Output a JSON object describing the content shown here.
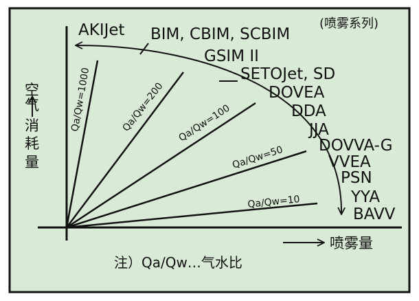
{
  "colors": {
    "background": "#d9ead6",
    "ink": "#111111",
    "border": "#111111"
  },
  "series_label": "(喷雾系列)",
  "y_axis_label": [
    "空",
    "气",
    "消",
    "耗",
    "量"
  ],
  "x_axis_label": "喷雾量",
  "note": "注）Qa/Qw…气水比",
  "ratio_lines": [
    {
      "label": "Qa/Qw=1000"
    },
    {
      "label": "Qa/Qw=200"
    },
    {
      "label": "Qa/Qw=100"
    },
    {
      "label": "Qa/Qw=50"
    },
    {
      "label": "Qa/Qw=10"
    }
  ],
  "products": [
    "AKIJet",
    "BIM, CBIM, SCBIM",
    "GSIM II",
    "SETOJet, SD",
    "DOVEA",
    "DDA",
    "JJA",
    "DOVVA-G",
    "VVEA",
    "PSN",
    "YYA",
    "BAVV"
  ]
}
